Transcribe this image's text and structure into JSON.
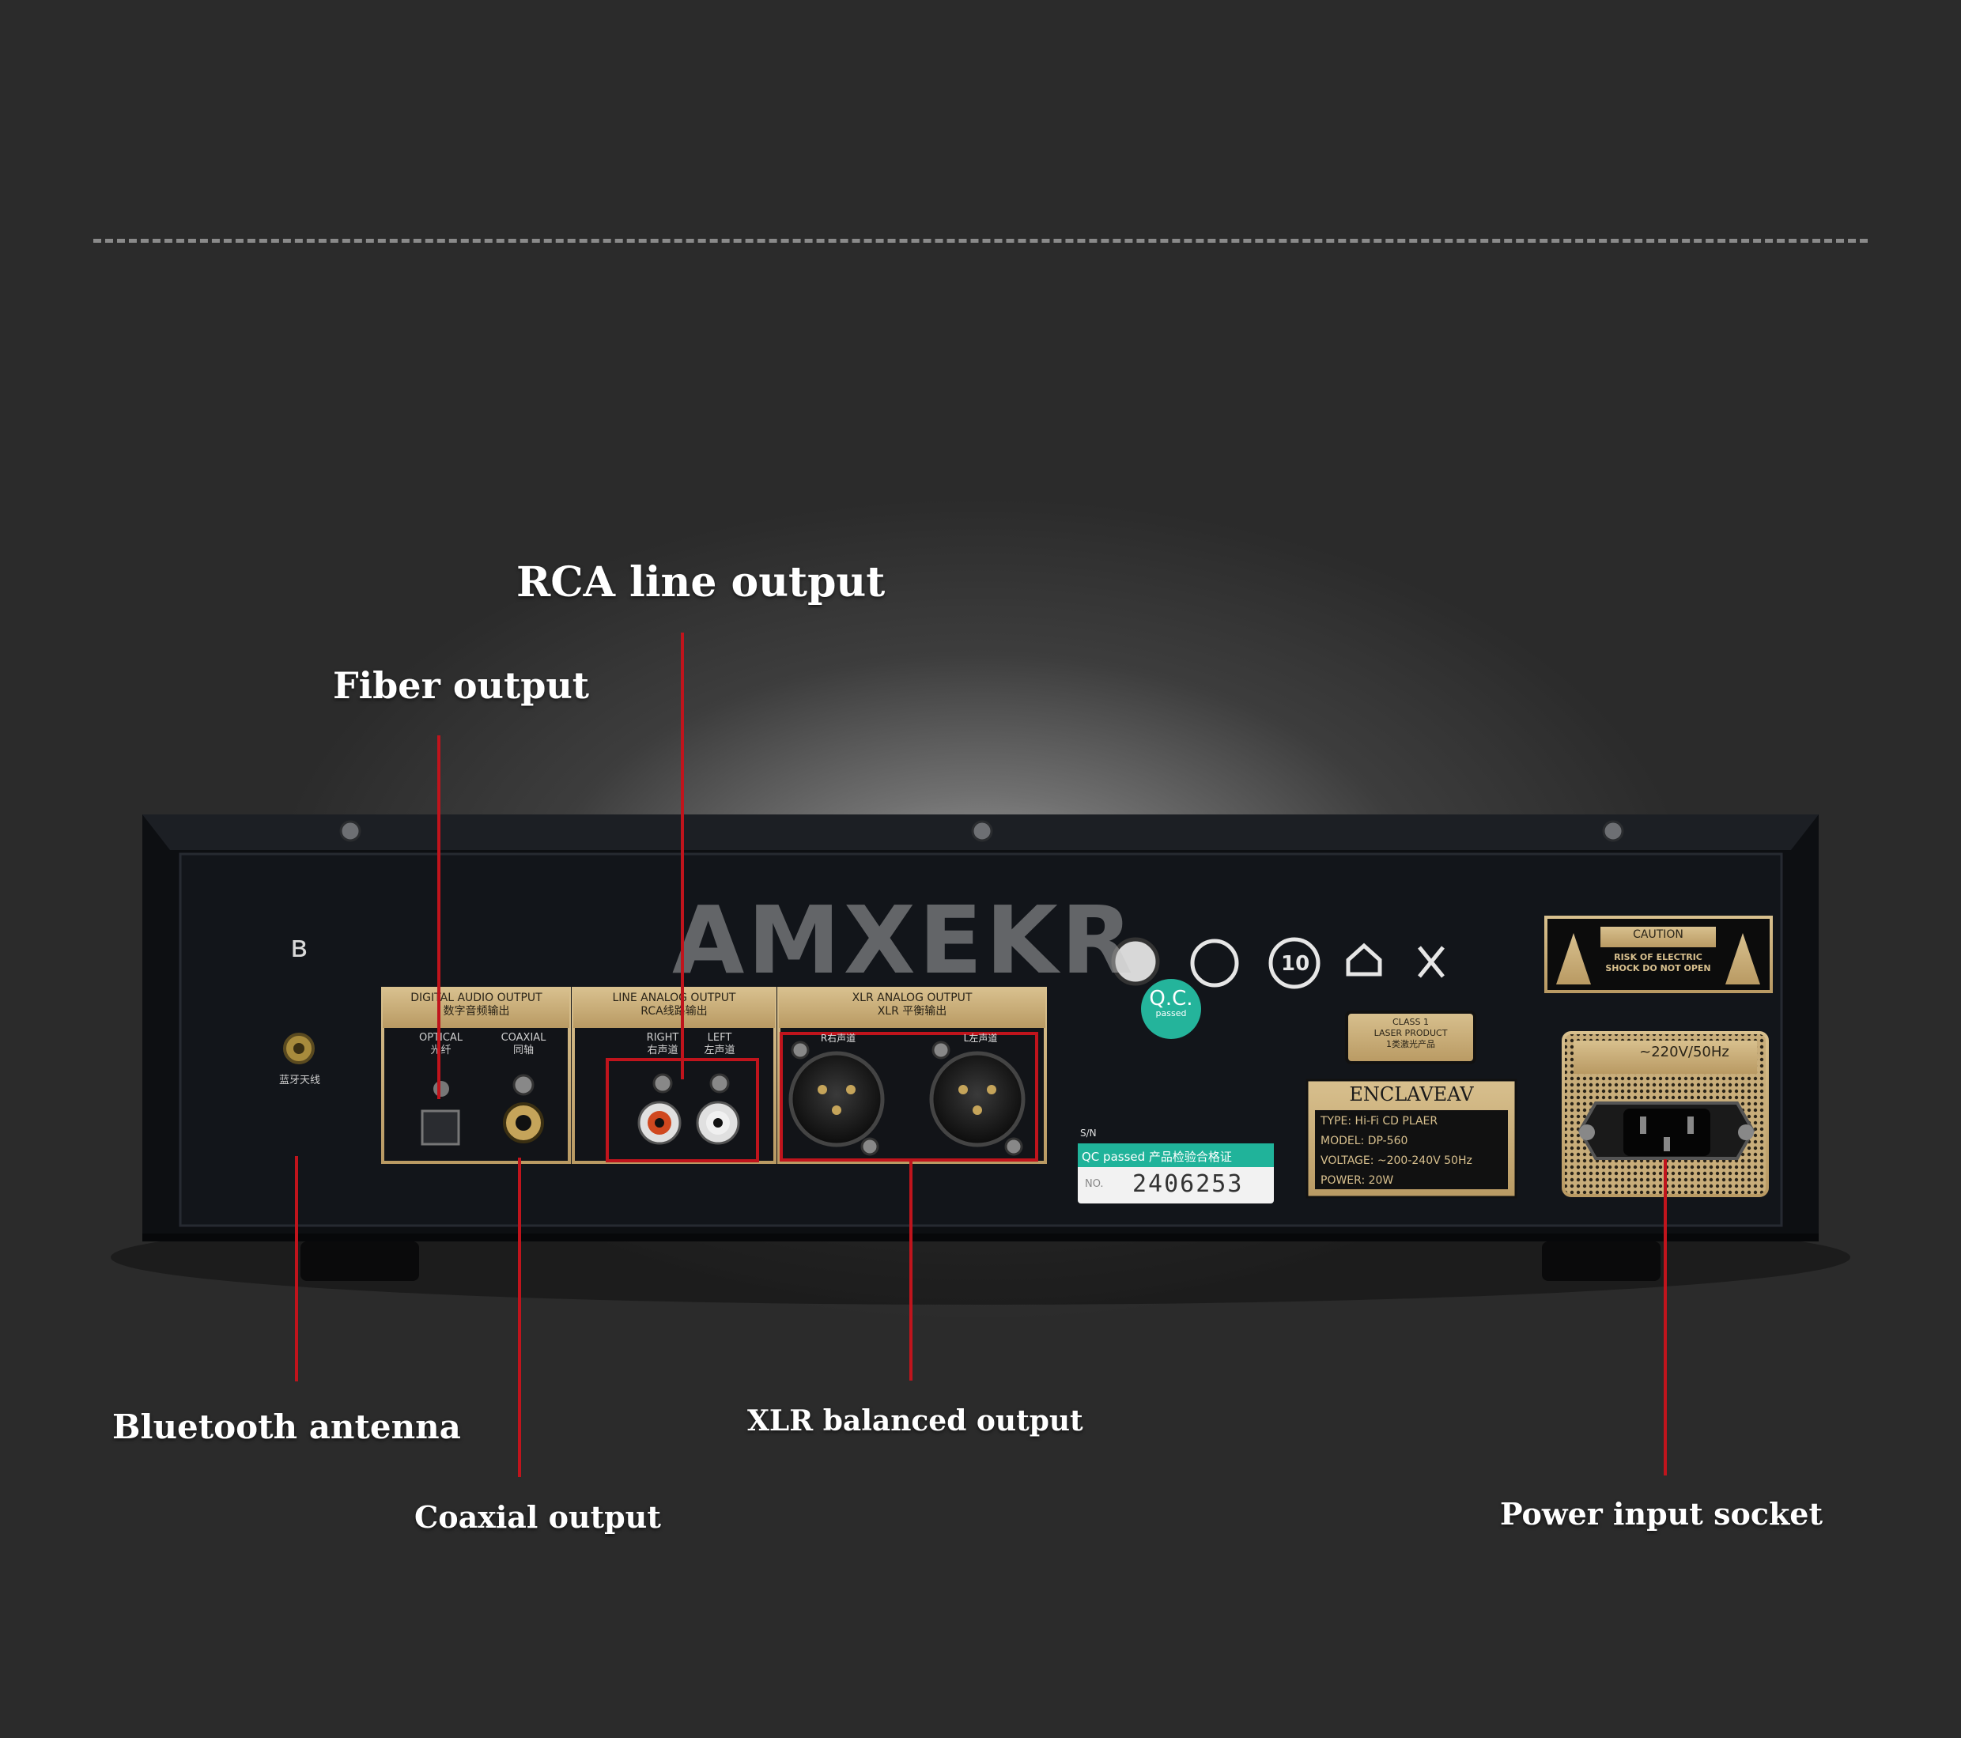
{
  "callouts": {
    "rca": "RCA line output",
    "fiber": "Fiber output",
    "bluetooth": "Bluetooth antenna",
    "coaxial": "Coaxial output",
    "xlr": "XLR balanced output",
    "power": "Power input socket"
  },
  "device_labels": {
    "watermark": "AMXEKR",
    "digital_output_en": "DIGITAL AUDIO OUTPUT",
    "digital_output_cn": "数字音频输出",
    "optical_en": "OPTICAL",
    "optical_cn": "光纤",
    "coaxial_en": "COAXIAL",
    "coaxial_cn": "同轴",
    "line_output_en": "LINE ANALOG OUTPUT",
    "line_output_cn": "RCA线路输出",
    "right_en": "RIGHT",
    "right_cn": "右声道",
    "left_en": "LEFT",
    "left_cn": "左声道",
    "xlr_output_en": "XLR ANALOG OUTPUT",
    "xlr_output_cn": "XLR 平衡输出",
    "xlr_r": "R右声道",
    "xlr_l": "L左声道",
    "bt_label": "蓝牙天线",
    "caution": "CAUTION",
    "caution_line1": "RISK OF ELECTRIC",
    "caution_line2": "SHOCK DO NOT OPEN",
    "laser_line1": "CLASS 1",
    "laser_line2": "LASER PRODUCT",
    "laser_line3": "1类激光产品",
    "qc_text": "Q.C.",
    "qc_small": "passed",
    "sn_label": "S/N",
    "qc_passed": "QC passed 产品检验合格证",
    "sn_no_label": "NO.",
    "serial": "2406253",
    "brand": "ENCLAVEAV",
    "type": "TYPE:  Hi-Fi CD PLAER",
    "model": "MODEL:  DP-560",
    "voltage": "VOLTAGE:  ~200-240V 50Hz",
    "power": "POWER:  20W",
    "power_rating": "~220V/50Hz",
    "rohs": "10"
  }
}
